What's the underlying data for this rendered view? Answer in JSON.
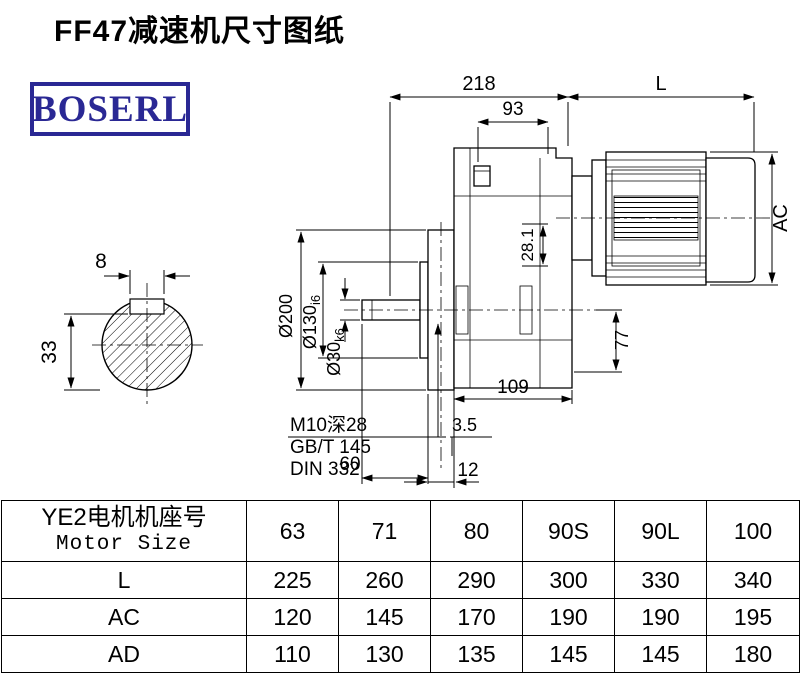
{
  "page": {
    "title": "FF47减速机尺寸图纸",
    "brand": "BOSERL"
  },
  "drawing": {
    "labels": {
      "d218": "218",
      "dL": "L",
      "d93": "93",
      "dAC": "AC",
      "d8": "8",
      "d33": "33",
      "dia200": "Ø200",
      "dia130": "Ø130",
      "dia130t": "i6",
      "dia30": "Ø30",
      "dia30t": "k6",
      "d281": "28.1",
      "d77": "77",
      "d109": "109",
      "note_tap": "M10深28",
      "note_std1": "GB/T 145",
      "note_std2": "DIN 332",
      "d35": "3.5",
      "d60": "60",
      "d12": "12"
    }
  },
  "table": {
    "header_cn": "YE2电机机座号",
    "header_en": "Motor Size",
    "sizes": [
      "63",
      "71",
      "80",
      "90S",
      "90L",
      "100"
    ],
    "rows": [
      {
        "label": "L",
        "values": [
          "225",
          "260",
          "290",
          "300",
          "330",
          "340"
        ]
      },
      {
        "label": "AC",
        "values": [
          "120",
          "145",
          "170",
          "190",
          "190",
          "195"
        ]
      },
      {
        "label": "AD",
        "values": [
          "110",
          "130",
          "135",
          "145",
          "145",
          "180"
        ]
      }
    ]
  }
}
